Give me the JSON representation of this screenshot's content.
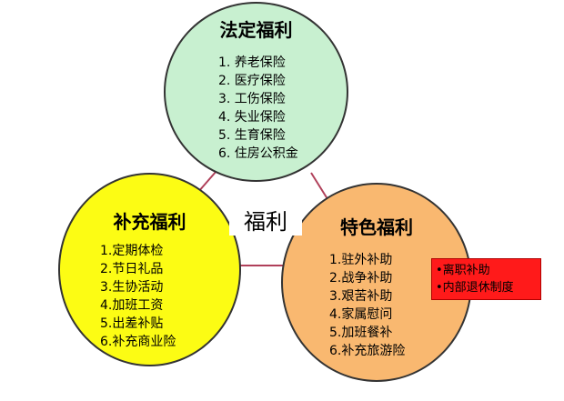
{
  "center": {
    "label": "福利"
  },
  "circles": {
    "statutory": {
      "title": "法定福利",
      "fill": "#c8f0d0",
      "items": [
        "1.  养老保险",
        "2.  医疗保险",
        "3.  工伤保险",
        "4.  失业保险",
        "5.  生育保险",
        "6.  住房公积金"
      ]
    },
    "supplementary": {
      "title": "补充福利",
      "fill": "#fcfc14",
      "items": [
        "1.定期体检",
        "2.节日礼品",
        "3.生协活动",
        "4.加班工资",
        "5.出差补贴",
        "6.补充商业险"
      ]
    },
    "special": {
      "title": "特色福利",
      "fill": "#f9b870",
      "items": [
        "1.驻外补助",
        "2.战争补助",
        "3.艰苦补助",
        "4.家属慰问",
        "5.加班餐补",
        "6.补充旅游险"
      ],
      "extra_box": {
        "fill": "#ff1a1a",
        "items": [
          "•离职补助",
          "•内部退休制度"
        ]
      }
    }
  },
  "connector_color": "#b0405a"
}
